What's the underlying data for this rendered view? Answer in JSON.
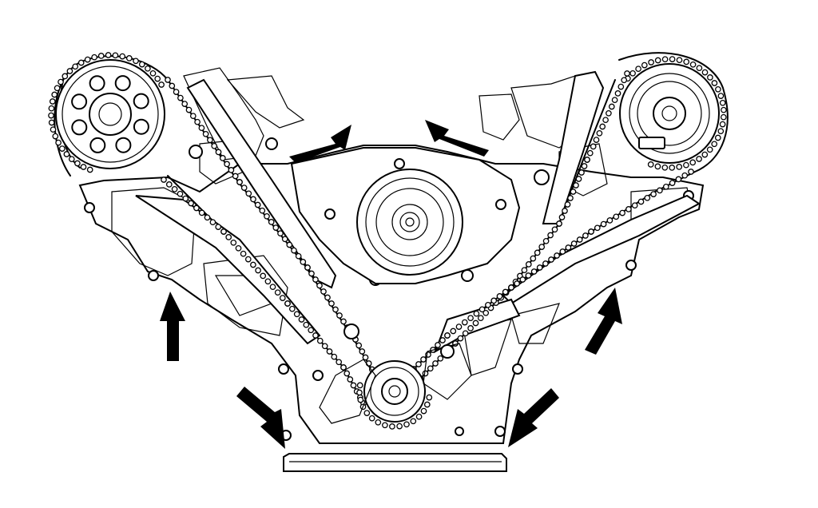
{
  "diagram": {
    "colors": {
      "line": "#000000",
      "background": "#ffffff",
      "arrow": "#000000"
    },
    "components": [
      "left-camshaft-sprocket",
      "right-camshaft-sprocket",
      "water-pump",
      "crankshaft-sprocket",
      "left-timing-chain",
      "right-timing-chain",
      "left-chain-guide",
      "right-chain-guide",
      "oil-pan-gasket"
    ],
    "arrows": [
      {
        "name": "arrow-upper-left",
        "points_to": "water-pump-housing"
      },
      {
        "name": "arrow-upper-right",
        "points_to": "water-pump-housing"
      },
      {
        "name": "arrow-left-cover-seam",
        "points_to": "left-cover-seam"
      },
      {
        "name": "arrow-right-cover-seam",
        "points_to": "right-cover-seam"
      },
      {
        "name": "arrow-lower-left",
        "points_to": "lower-left-cover-corner"
      },
      {
        "name": "arrow-lower-right",
        "points_to": "lower-right-cover-corner"
      }
    ]
  }
}
